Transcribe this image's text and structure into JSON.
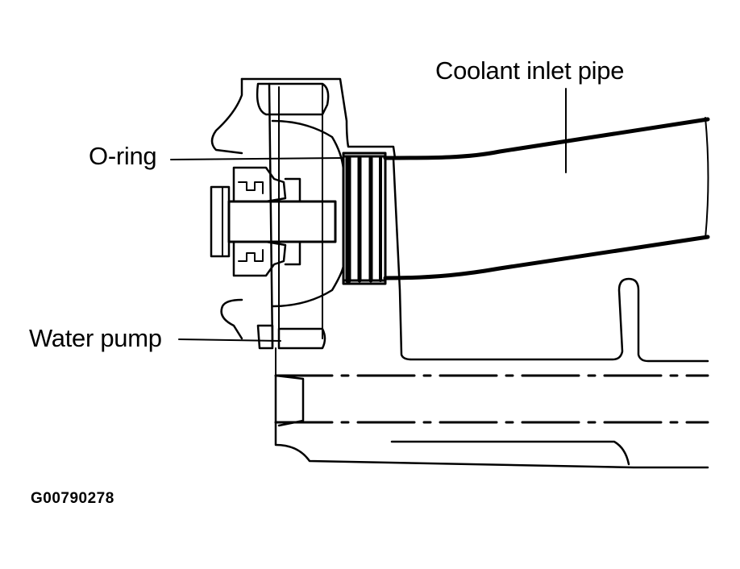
{
  "labels": {
    "coolant_inlet_pipe": "Coolant inlet pipe",
    "o_ring": "O-ring",
    "water_pump": "Water pump"
  },
  "figure_id": "G00790278",
  "colors": {
    "ink": "#000000",
    "background": "#ffffff"
  }
}
